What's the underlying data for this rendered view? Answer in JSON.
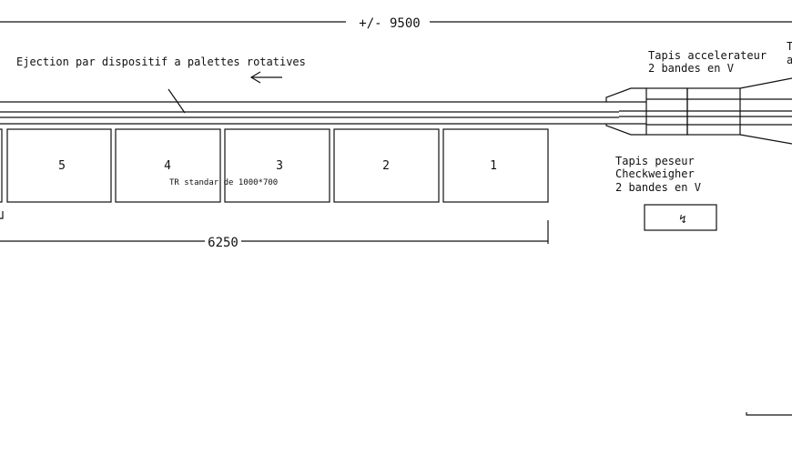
{
  "dimensions": {
    "overall": "+/- 9500",
    "boxes_length": "6250"
  },
  "labels": {
    "ejection": "Ejection par dispositif a palettes rotatives",
    "accelerator_line1": "Tapis accelerateur",
    "accelerator_line2": "2 bandes en V",
    "cut_line1": "T",
    "cut_line2": "a",
    "weigher_line1": "Tapis peseur",
    "weigher_line2": "Checkweigher",
    "weigher_line3": "2 bandes en V",
    "tr_standard": "TR standar de 1000*700",
    "weigher_symbol": "↯"
  },
  "boxes": [
    "5",
    "4",
    "3",
    "2",
    "1"
  ]
}
